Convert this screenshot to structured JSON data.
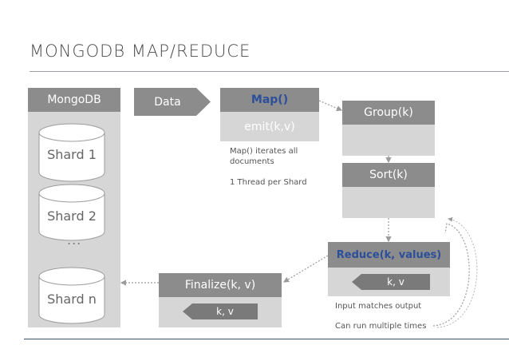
{
  "slide": {
    "title": "MONGODB MAP/REDUCE"
  },
  "mongodb": {
    "header": "MongoDB",
    "shards": [
      "Shard 1",
      "Shard 2",
      "Shard n"
    ],
    "ellipsis": "..."
  },
  "data_label": "Data",
  "map": {
    "header": "Map()",
    "body": "emit(k,v)",
    "note_line1": "Map() iterates all",
    "note_line2": "documents",
    "note_line3": "1 Thread per Shard"
  },
  "group": {
    "header": "Group(k)"
  },
  "sort": {
    "header": "Sort(k)"
  },
  "reduce": {
    "header": "Reduce(k, values)",
    "body": "k, v",
    "note_line1": "Input matches output",
    "note_line2": "Can run multiple times"
  },
  "finalize": {
    "header": "Finalize(k, v)",
    "body": "k, v"
  },
  "colors": {
    "header_gray": "#8c8c8c",
    "body_gray": "#d6d6d6",
    "dark_gray": "#7a7a7a",
    "accent_blue": "#2b4f9a",
    "footer_line": "#3b4f73"
  }
}
